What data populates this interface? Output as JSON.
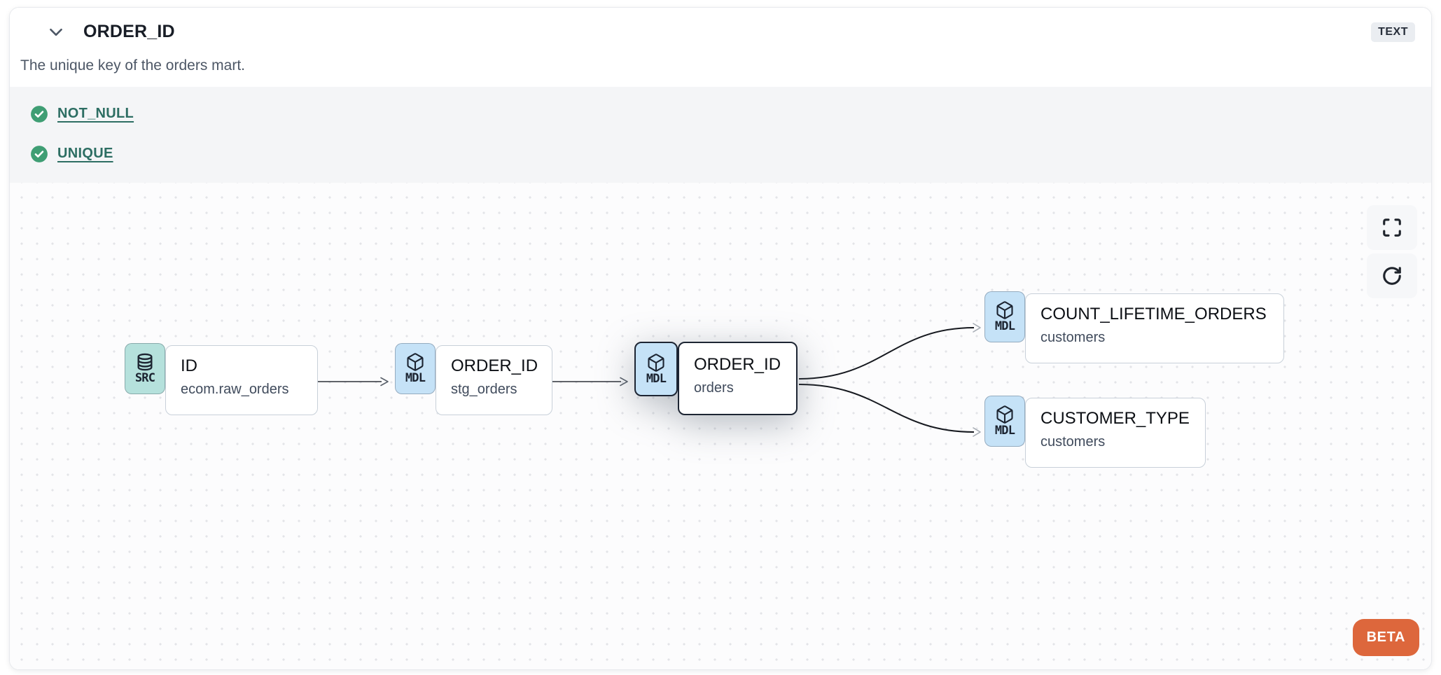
{
  "header": {
    "title": "ORDER_ID",
    "type_badge": "TEXT",
    "description": "The unique key of the orders mart."
  },
  "tests": [
    {
      "label": "NOT_NULL",
      "status": "pass"
    },
    {
      "label": "UNIQUE",
      "status": "pass"
    }
  ],
  "lineage": {
    "nodes": [
      {
        "id": "source",
        "badge_label": "SRC",
        "icon": "database-icon",
        "title": "ID",
        "subtitle": "ecom.raw_orders",
        "selected": false
      },
      {
        "id": "stg_orders",
        "badge_label": "MDL",
        "icon": "cube-icon",
        "title": "ORDER_ID",
        "subtitle": "stg_orders",
        "selected": false
      },
      {
        "id": "orders",
        "badge_label": "MDL",
        "icon": "cube-icon",
        "title": "ORDER_ID",
        "subtitle": "orders",
        "selected": true
      },
      {
        "id": "count_lifetime_orders",
        "badge_label": "MDL",
        "icon": "cube-icon",
        "title": "COUNT_LIFETIME_ORDERS",
        "subtitle": "customers",
        "selected": false
      },
      {
        "id": "customer_type",
        "badge_label": "MDL",
        "icon": "cube-icon",
        "title": "CUSTOMER_TYPE",
        "subtitle": "customers",
        "selected": false
      }
    ],
    "edges": [
      {
        "from": "source",
        "to": "stg_orders"
      },
      {
        "from": "stg_orders",
        "to": "orders"
      },
      {
        "from": "orders",
        "to": "count_lifetime_orders"
      },
      {
        "from": "orders",
        "to": "customer_type"
      }
    ]
  },
  "canvas_controls": {
    "fullscreen": "fullscreen-icon",
    "refresh": "refresh-icon"
  },
  "beta_badge": "BETA",
  "colors": {
    "beta_orange": "#dd673c",
    "test_pass_green": "#3f9e74",
    "test_link_teal": "#2d6e63",
    "src_badge_teal": "#b5e1dc",
    "mdl_badge_blue": "#c5e2f7",
    "selected_border": "#1d2533",
    "tests_section_bg": "#f4f5f7"
  }
}
